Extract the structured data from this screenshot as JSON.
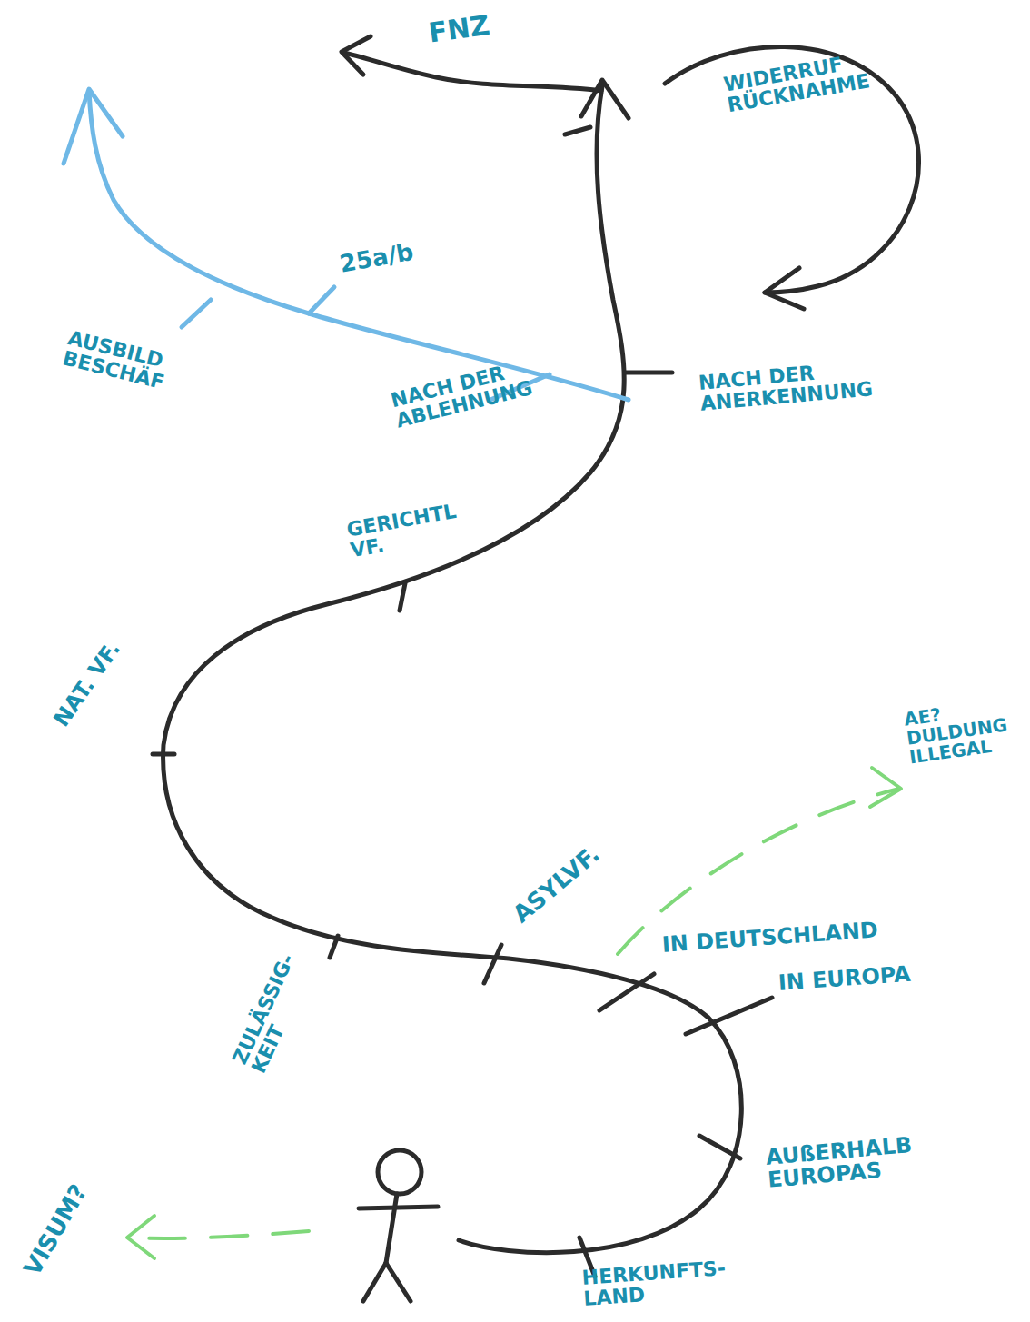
{
  "diagram": {
    "labels": [
      "FNZ",
      "WIDERRUF RÜCKNAHME",
      "25a/b",
      "AUSBILD BESCHÄF",
      "NACH DER ABLEHNUNG",
      "NACH DER ANERKENNUNG",
      "GERICHTL VF.",
      "NAT. VF.",
      "AE? DULDUNG ILLEGAL",
      "ASYLVF.",
      "IN DEUTSCHLAND",
      "IN EUROPA",
      "ZULÄSSIG- KEIT",
      "AUßERHALB EUROPAS",
      "HERKUNFTS- LAND",
      "VISUM?"
    ]
  }
}
